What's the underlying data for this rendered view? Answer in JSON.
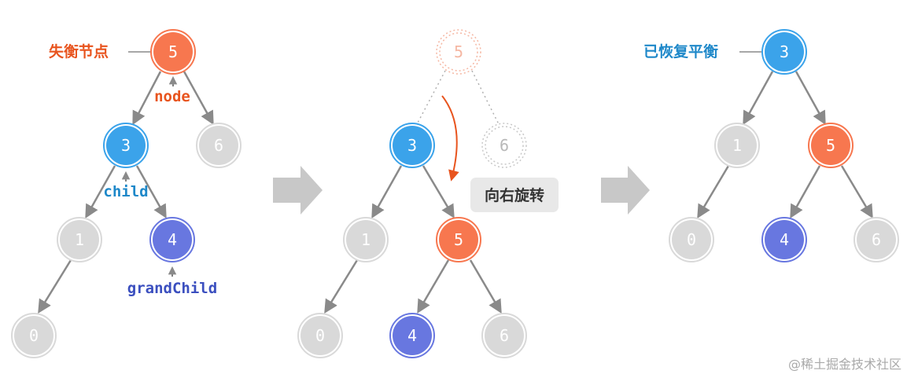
{
  "colors": {
    "orange": "#f7774f",
    "blue": "#3ba3ea",
    "purple": "#6877e0",
    "gray": "#d9d9d9",
    "faded_orange": "#f5b7a3",
    "faded_gray": "#d0d0d0",
    "edge": "#8a8a8a",
    "label_orange": "#e8541e",
    "label_blue": "#1e88c9",
    "label_purple": "#3b4fbf"
  },
  "panel1": {
    "unbalanced_label": "失衡节点",
    "node_label": "node",
    "child_label": "child",
    "grandchild_label": "grandChild",
    "nodes": {
      "n5": "5",
      "n3": "3",
      "n6": "6",
      "n1": "1",
      "n4": "4",
      "n0": "0"
    }
  },
  "panel2": {
    "rotate_label": "向右旋转",
    "nodes": {
      "ghost5": "5",
      "ghost6": "6",
      "n3": "3",
      "n1": "1",
      "n5": "5",
      "n0": "0",
      "n4": "4",
      "n6": "6"
    }
  },
  "panel3": {
    "balanced_label": "已恢复平衡",
    "nodes": {
      "n3": "3",
      "n1": "1",
      "n5": "5",
      "n0": "0",
      "n4": "4",
      "n6": "6"
    }
  },
  "watermark": "@稀土掘金技术社区"
}
